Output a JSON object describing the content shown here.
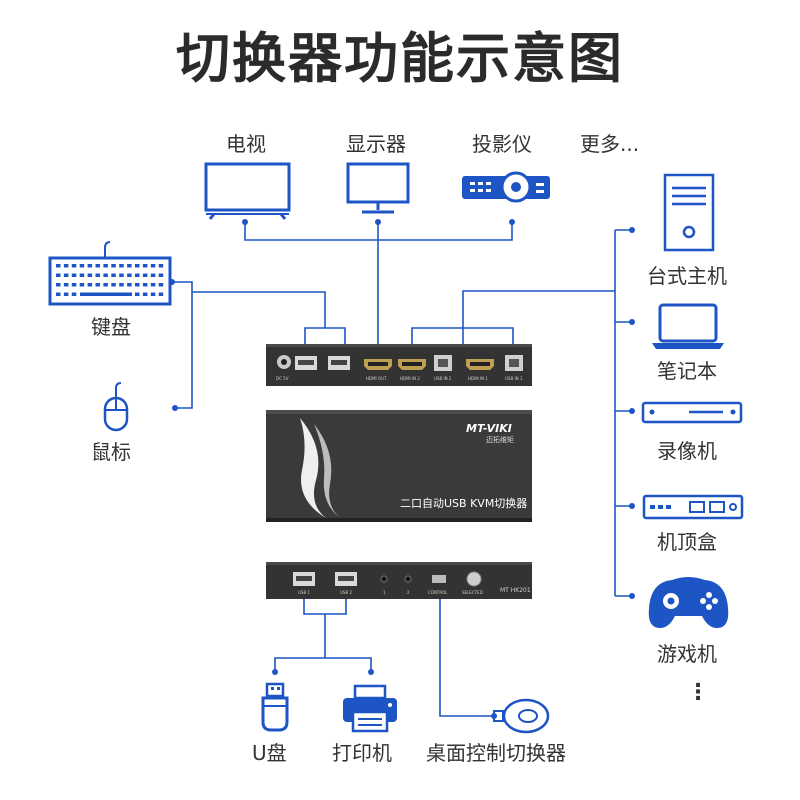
{
  "title": "切换器功能示意图",
  "colors": {
    "accent": "#1d55c4",
    "line": "#1d55c4",
    "device_body": "#3a3a3a",
    "device_face": "#2f2f2f",
    "title_text": "#2b2b2b"
  },
  "displays": {
    "tv": "电视",
    "monitor": "显示器",
    "projector": "投影仪",
    "more": "更多..."
  },
  "inputs": {
    "keyboard": "键盘",
    "mouse": "鼠标"
  },
  "sources": {
    "desktop": "台式主机",
    "laptop": "笔记本",
    "recorder": "录像机",
    "settop": "机顶盒",
    "game_console": "游戏机",
    "more": "⋮"
  },
  "peripherals": {
    "usb_drive": "U盘",
    "printer": "打印机",
    "desktop_switch": "桌面控制切换器"
  },
  "device": {
    "brand": "MT-VIKI",
    "brand_cn": "迈拓维矩",
    "product_name": "二口自动USB KVM切换器",
    "back_ports": {
      "dc": "DC 5V",
      "hdmi_out": "HDMI OUT",
      "hdmi_in2": "HDMI IN 2",
      "usb_in2": "USB IN 2",
      "hdmi_in1": "HDMI IN 1",
      "usb_in1": "USB IN 1"
    },
    "front_ports": {
      "usb1": "USB 1",
      "usb2": "USB 2",
      "led1": "1",
      "led2": "2",
      "control": "CONTROL",
      "selected": "SELECTED",
      "model": "MT HK201"
    }
  }
}
